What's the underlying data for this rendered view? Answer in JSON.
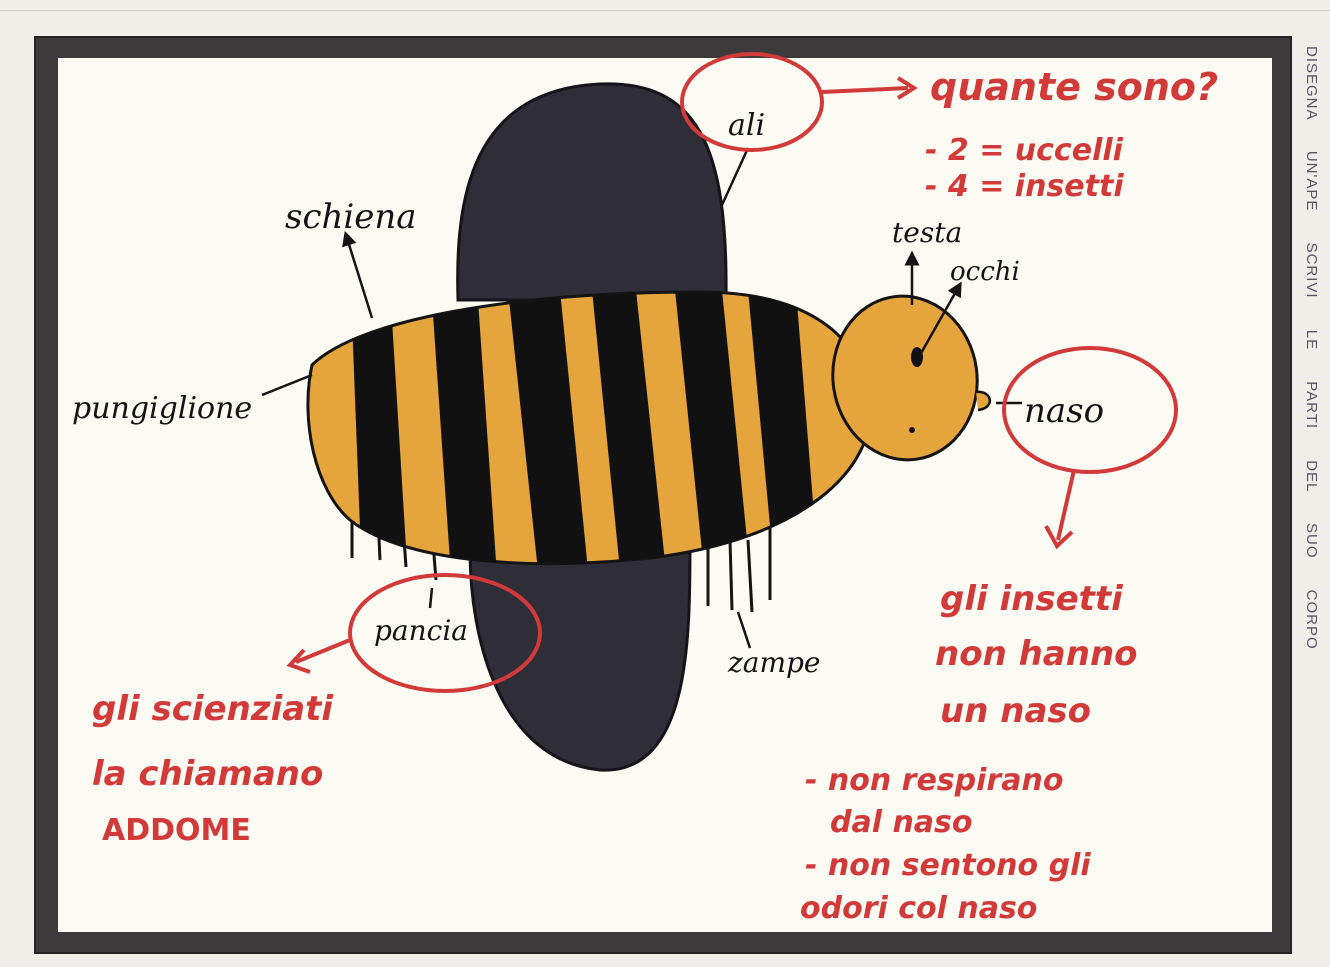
{
  "side_caption": "DISEGNA UN'APE   SCRIVI LE PARTI   DEL SUO CORPO",
  "labels": {
    "ali": "ali",
    "schiena": "schiena",
    "testa": "testa",
    "occhi": "occhi",
    "pungiglione": "pungiglione",
    "naso": "naso",
    "pancia": "pancia",
    "zampe": "zampe"
  },
  "notes": {
    "ali_question": "quante sono?",
    "ali_birds": "- 2 = uccelli",
    "ali_insects": "- 4 = insetti",
    "naso_line1": "gli insetti",
    "naso_line2": "non hanno",
    "naso_line3": "un naso",
    "naso_line4": "- non respirano",
    "naso_line5": "dal naso",
    "naso_line6": "- non sentono gli",
    "naso_line7": "odori col naso",
    "pancia_line1": "gli scienziati",
    "pancia_line2": "la chiamano",
    "pancia_line3": "ADDOME"
  },
  "colors": {
    "wing": "#2e2d38",
    "body_orange": "#e6a43c",
    "stripe": "#111111",
    "annotation_red": "#d23a3a",
    "frame": "#3d3a3c",
    "paper": "#fbfaf3"
  }
}
